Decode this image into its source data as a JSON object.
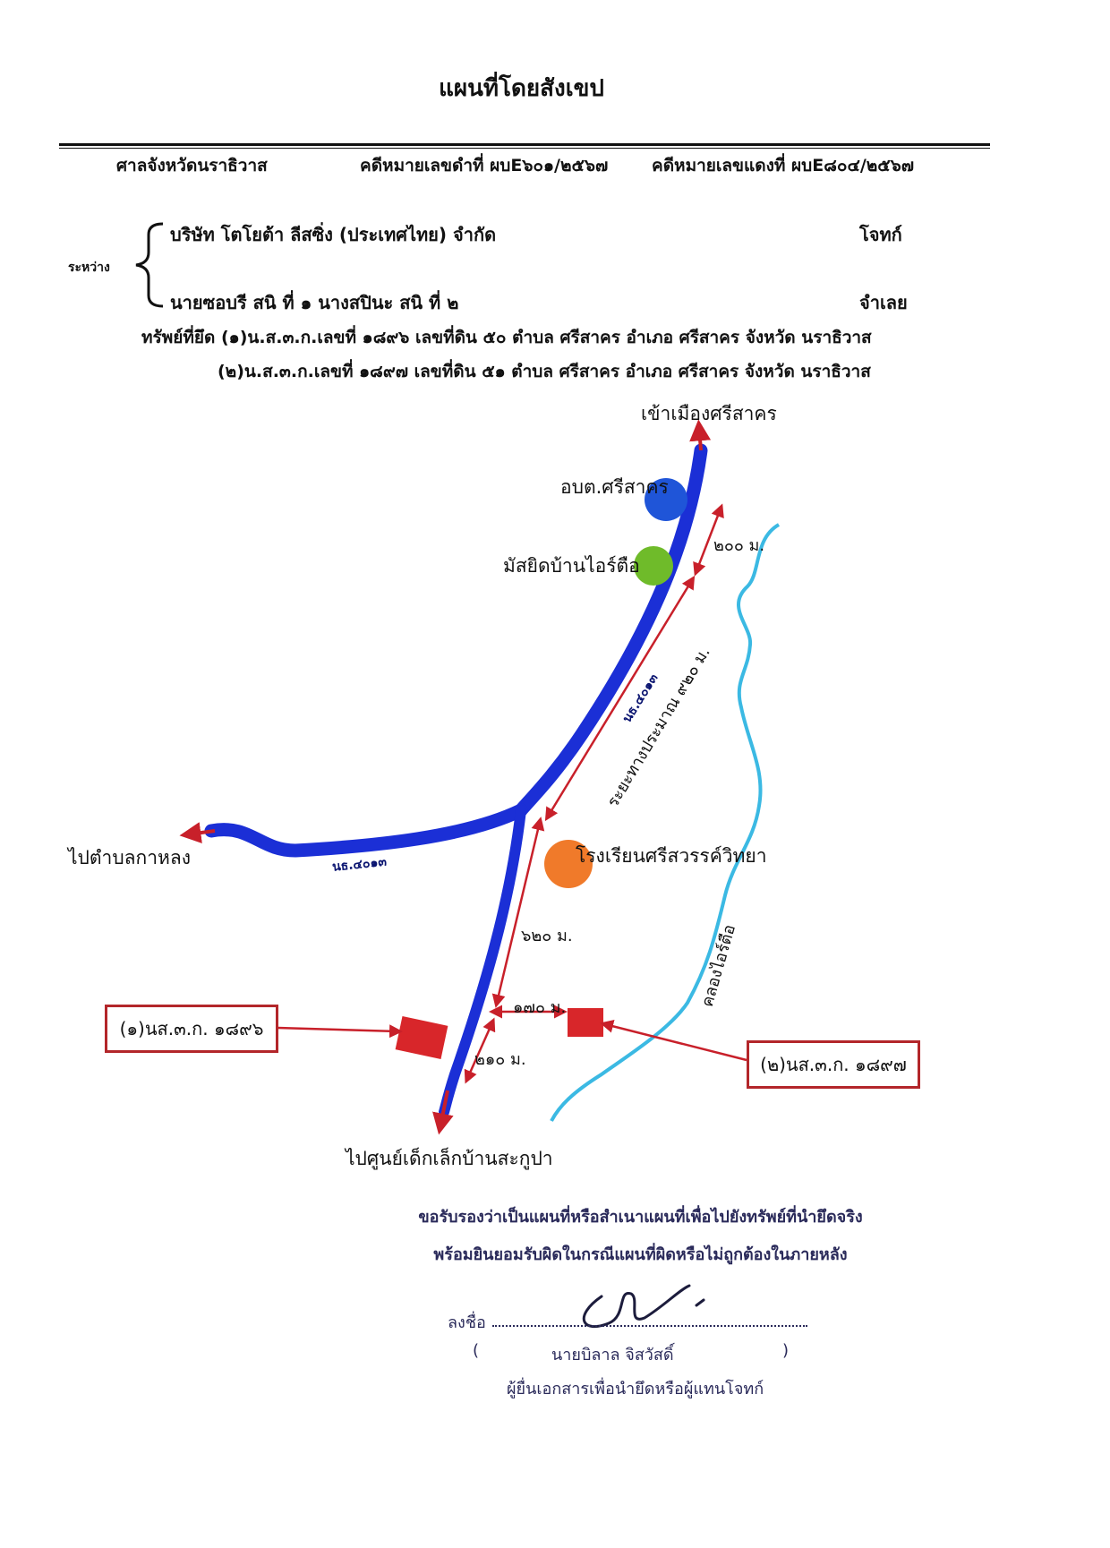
{
  "document": {
    "title": "แผนที่โดยสังเขป",
    "court": "ศาลจังหวัดนราธิวาส",
    "black_case": "คดีหมายเลขดำที่ ผบE๖๐๑/๒๕๖๗",
    "red_case": "คดีหมายเลขแดงที่ ผบE๘๐๔/๒๕๖๗",
    "between_label": "ระหว่าง",
    "plaintiff": "บริษัท โตโยต้า ลีสซิ่ง (ประเทศไทย) จำกัด",
    "plaintiff_role": "โจทก์",
    "defendant": "นายซอบรี สนิ ที่ ๑ นางสปินะ สนิ ที่ ๒",
    "defendant_role": "จำเลย",
    "assets_line1": "ทรัพย์ที่ยึด (๑)น.ส.๓.ก.เลขที่ ๑๘๙๖ เลขที่ดิน ๕๐ ตำบล ศรีสาคร อำเภอ ศรีสาคร จังหวัด นราธิวาส",
    "assets_line2": "(๒)น.ส.๓.ก.เลขที่ ๑๘๙๗ เลขที่ดิน ๕๑ ตำบล ศรีสาคร อำเภอ ศรีสาคร จังหวัด นราธิวาส"
  },
  "map": {
    "to_town": "เข้าเมืองศรีสาคร",
    "sao": "อบต.ศรีสาคร",
    "mosque": "มัสยิดบ้านไอร์ตือ",
    "school": "โรงเรียนศรีสวรรค์วิทยา",
    "to_kalong": "ไปตำบลกาหลง",
    "to_child_center": "ไปศูนย์เด็กเล็กบ้านสะกูปา",
    "canal": "คลองไอร์ตือ",
    "dist_200": "๒๐๐ ม.",
    "dist_920": "ระยะทางประมาณ ๙๒๐ ม.",
    "dist_620": "๖๒๐ ม.",
    "dist_170": "๑๗๐ ม.",
    "dist_210": "๒๑๐ ม.",
    "road_main": "นธ.๔๐๑๓",
    "road_west": "นธ.๔๐๑๓",
    "plot1": "(๑)นส.๓.ก. ๑๘๙๖",
    "plot2": "(๒)นส.๓.ก. ๑๘๙๗",
    "colors": {
      "road": "#1b2fd6",
      "arrow": "#c8202a",
      "canal": "#3bb9e3",
      "sao_marker": "#1f55d8",
      "mosque_marker": "#6fbb2a",
      "school_marker": "#f07a2a",
      "plot_fill": "#d8262a"
    }
  },
  "certification": {
    "line1": "ขอรับรองว่าเป็นแผนที่หรือสำเนาแผนที่เพื่อไปยังทรัพย์ที่นำยึดจริง",
    "line2": "พร้อมยินยอมรับผิดในกรณีแผนที่ผิดหรือไม่ถูกต้องในภายหลัง",
    "sign_label": "ลงชื่อ",
    "name": "นายบิลาล จิสวัสดิ์",
    "role": "ผู้ยื่นเอกสารเพื่อนำยึดหรือผู้แทนโจทก์"
  }
}
